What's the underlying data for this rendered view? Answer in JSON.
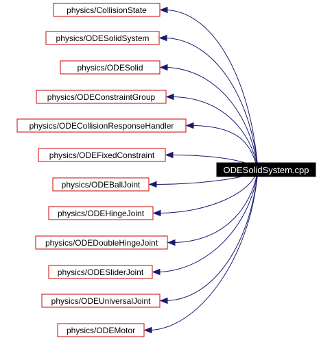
{
  "root": {
    "label": "ODESolidSystem.cpp"
  },
  "nodes": [
    {
      "label": "physics/CollisionState"
    },
    {
      "label": "physics/ODESolidSystem"
    },
    {
      "label": "physics/ODESolid"
    },
    {
      "label": "physics/ODEConstraintGroup"
    },
    {
      "label": "physics/ODECollisionResponseHandler"
    },
    {
      "label": "physics/ODEFixedConstraint"
    },
    {
      "label": "physics/ODEBallJoint"
    },
    {
      "label": "physics/ODEHingeJoint"
    },
    {
      "label": "physics/ODEDoubleHingeJoint"
    },
    {
      "label": "physics/ODESliderJoint"
    },
    {
      "label": "physics/ODEUniversalJoint"
    },
    {
      "label": "physics/ODEMotor"
    }
  ],
  "colors": {
    "node_border": "#cc0000",
    "edge": "#1a1a6e",
    "root_fill": "#000000",
    "root_text": "#ffffff"
  }
}
